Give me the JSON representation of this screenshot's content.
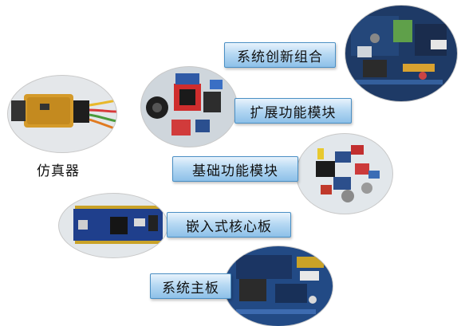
{
  "labels": {
    "system_combo": "系统创新组合",
    "extension_modules": "扩展功能模块",
    "emulator": "仿真器",
    "basic_modules": "基础功能模块",
    "embedded_core": "嵌入式核心板",
    "system_mainboard": "系统主板"
  },
  "colors": {
    "label_border": "#4a8fc4",
    "label_fill_top": "#e8f3fc",
    "label_fill_bottom": "#8dc0e8",
    "photo_frame": "#c9c9c9"
  }
}
